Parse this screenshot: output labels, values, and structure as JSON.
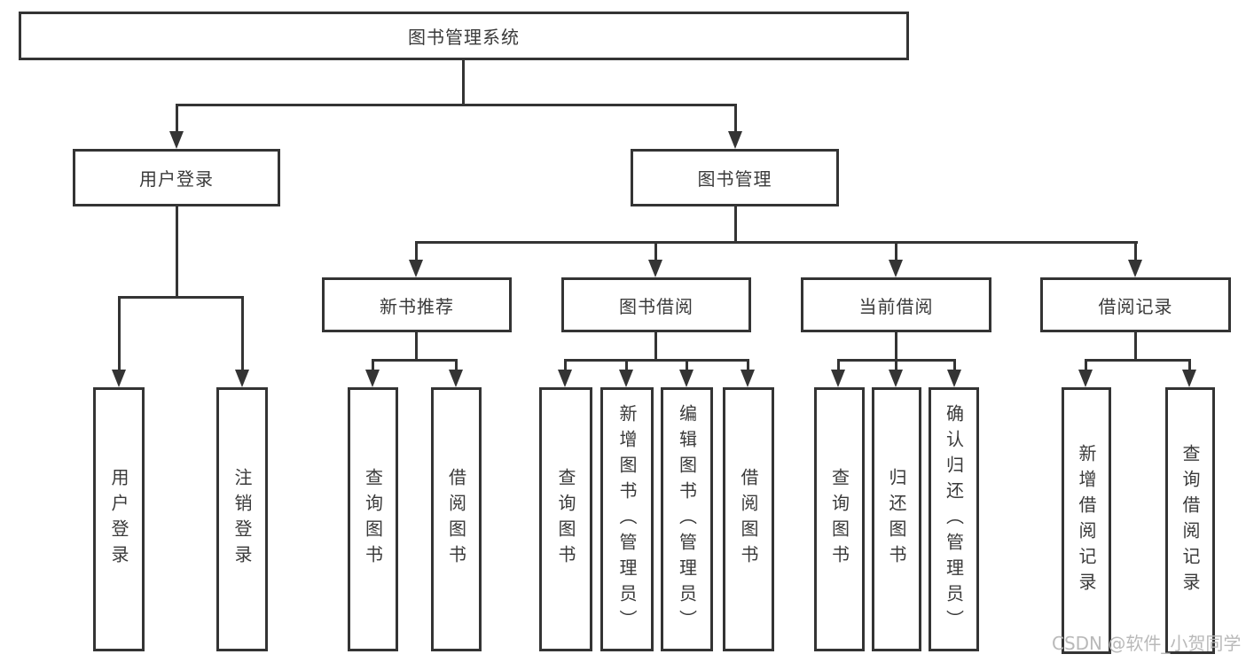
{
  "diagram": {
    "root": "图书管理系统",
    "level2": {
      "user_login": "用户登录",
      "book_mgmt": "图书管理"
    },
    "level3": {
      "new_book_rec": "新书推荐",
      "book_borrow": "图书借阅",
      "current_borrow": "当前借阅",
      "borrow_records": "借阅记录"
    },
    "leaves": {
      "login": [
        "用户登录",
        "注销登录"
      ],
      "new_book": [
        "查询图书",
        "借阅图书"
      ],
      "borrow": [
        "查询图书",
        "新增图书（管理员）",
        "编辑图书（管理员）",
        "借阅图书"
      ],
      "current": [
        "查询图书",
        "归还图书",
        "确认归还（管理员）"
      ],
      "records": [
        "新增借阅记录",
        "查询借阅记录"
      ]
    }
  },
  "watermark": "CSDN @软件_小贺同学",
  "colors": {
    "line": "#343434",
    "text": "#3a3a3a",
    "watermark": "#b9b9b9",
    "background": "#ffffff"
  }
}
